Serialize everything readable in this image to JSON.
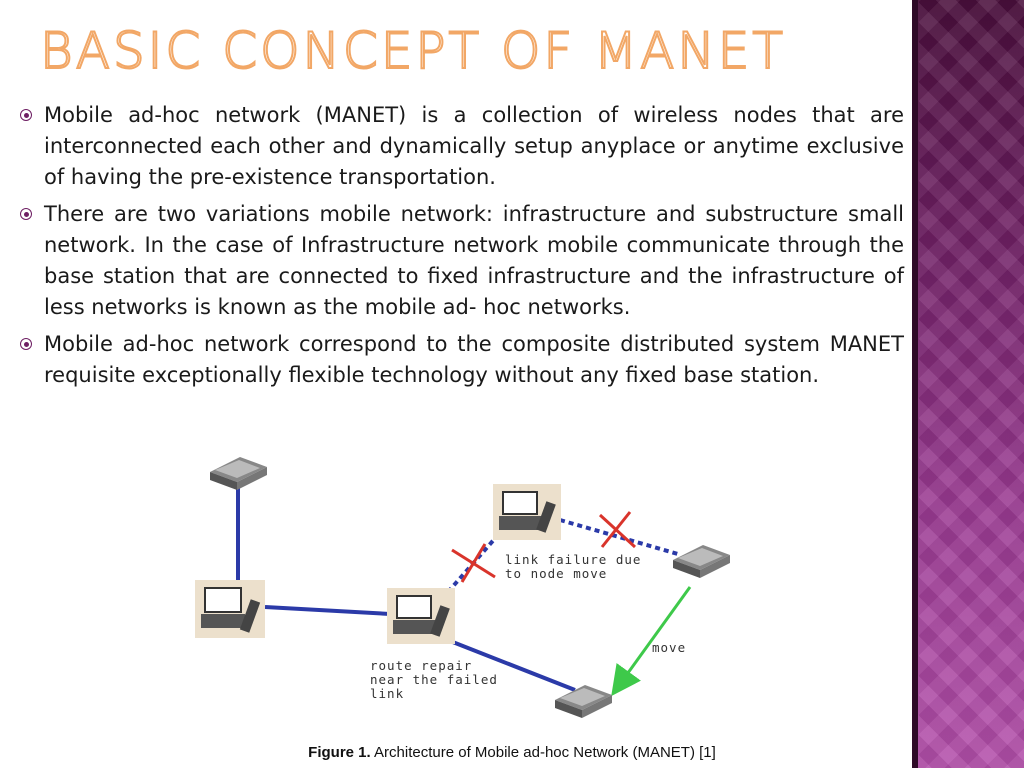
{
  "slide": {
    "title": "BASIC CONCEPT OF MANET",
    "bullets": [
      "Mobile ad-hoc network (MANET) is a collection of wireless nodes that are interconnected each other and dynamically setup anyplace or anytime exclusive of having the pre-existence transportation.",
      "There are two variations mobile network: infrastructure and substructure small network. In the case of Infrastructure network mobile communicate through the base station that are connected to fixed infrastructure and the infrastructure of less networks is known as the mobile ad- hoc networks.",
      "Mobile ad-hoc network correspond to the composite distributed system MANET requisite exceptionally flexible technology without any fixed base station."
    ]
  },
  "figure": {
    "label_link_failure_1": "link failure due",
    "label_link_failure_2": "to node move",
    "label_move": "move",
    "label_repair_1": "route repair",
    "label_repair_2": "near the failed",
    "label_repair_3": "link",
    "caption_bold": "Figure 1.",
    "caption_text": " Architecture of Mobile ad-hoc Network (MANET) [1]"
  },
  "colors": {
    "title_outline": "#f2a766",
    "accent_purple": "#6e1f63",
    "link_blue": "#2b3aa8",
    "move_green": "#3ec94a",
    "fail_red": "#d9342b"
  }
}
